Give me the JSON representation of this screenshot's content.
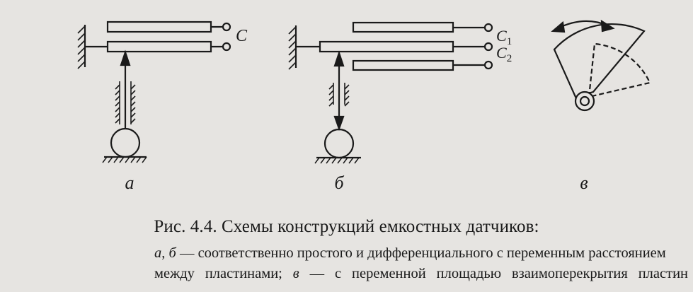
{
  "figure": {
    "panels": [
      {
        "id": "a",
        "label": "а",
        "terminals": [
          "C"
        ]
      },
      {
        "id": "b",
        "label": "б",
        "terminals": [
          "C",
          "C"
        ],
        "terminal_subscripts": [
          "1",
          "2"
        ]
      },
      {
        "id": "v",
        "label": "в"
      }
    ]
  },
  "caption": "Рис. 4.4. Схемы конструкций емкостных датчиков:",
  "legend": {
    "line1_italic_a": "а",
    "line1_sep": ", ",
    "line1_italic_b": "б",
    "line1_text": " — соответственно простого и дифференциального с переменным расстоянием",
    "line2_text_1": "между пластинами;",
    "line2_italic_v": "в",
    "line2_text_2": "— с переменной площадью взаимоперекрытия пластин"
  }
}
